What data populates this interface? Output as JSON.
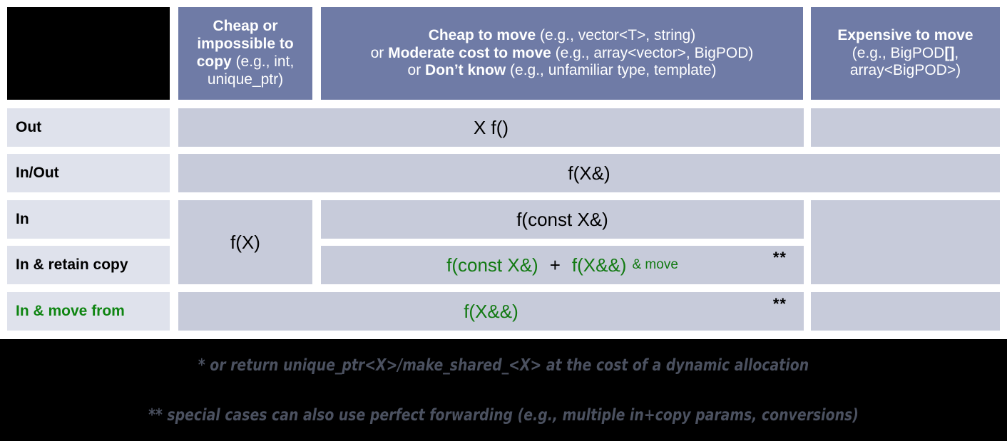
{
  "title": "C++ parameter and return value passing guidelines table",
  "header": {
    "corner": "",
    "columns": [
      {
        "id": "cheap-or-impossible-to-copy",
        "lines": [
          {
            "bold": "Cheap or",
            "rest": ""
          },
          {
            "bold": "impossible to",
            "rest": ""
          },
          {
            "bold": "copy",
            "rest": " (e.g., int,"
          },
          {
            "bold": "",
            "rest": "unique_ptr)"
          }
        ],
        "plain": "Cheap or impossible to copy (e.g., int, unique_ptr)"
      },
      {
        "id": "cheap-to-move",
        "lines": [
          {
            "bold": "Cheap to move",
            "rest": " (e.g., vector<T>, string)"
          },
          {
            "pre": "or ",
            "bold": "Moderate cost to move",
            "rest": " (e.g., array<vector>, BigPOD)"
          },
          {
            "pre": "or ",
            "bold": "Don’t know",
            "rest": " (e.g., unfamiliar type, template)"
          }
        ],
        "plain": "Cheap to move (e.g., vector<T>, string) or Moderate cost to move (e.g., array<vector>, BigPOD) or Don’t know (e.g., unfamiliar type, template)"
      },
      {
        "id": "expensive-to-move",
        "lines": [
          {
            "bold": "Expensive to move",
            "rest": ""
          },
          {
            "bold": "",
            "rest": "(e.g., BigPOD[],"
          },
          {
            "bold": "",
            "rest": "array<BigPOD>)"
          }
        ],
        "plain": "Expensive to move (e.g., BigPOD[], array<BigPOD>)"
      }
    ]
  },
  "rows": [
    {
      "id": "out",
      "label": "Out",
      "green": false
    },
    {
      "id": "in-out",
      "label": "In/Out",
      "green": false
    },
    {
      "id": "in",
      "label": "In",
      "green": false
    },
    {
      "id": "in-retain-copy",
      "label": "In & retain copy",
      "green": false
    },
    {
      "id": "in-move-from",
      "label": "In & move from",
      "green": true
    }
  ],
  "cells": {
    "out_main": "X f()",
    "out_expensive": "",
    "inout_all": "f(X&)",
    "in_cheap_copy": "f(X)",
    "in_main": "f(const X&)",
    "in_expensive": "",
    "retain_left": "f(const X&)",
    "retain_plus": "+",
    "retain_right": "f(X&&)",
    "retain_suffix": "& move",
    "retain_stars": "**",
    "retain_expensive": "",
    "movefrom_all": "f(X&&)",
    "movefrom_stars": "**",
    "movefrom_expensive": ""
  },
  "footnotes": [
    "* or return unique_ptr<X>/make_shared_<X> at the cost of a dynamic allocation",
    "** special cases can also use perfect forwarding (e.g., multiple in+copy params, conversions)"
  ],
  "colors": {
    "header_bg": "#6f7ba6",
    "row_label_bg": "#dfe2ec",
    "data_bg": "#c7cbda",
    "green": "#127a12",
    "footer_bg": "#000000",
    "footnote_text": "#4b5160"
  }
}
